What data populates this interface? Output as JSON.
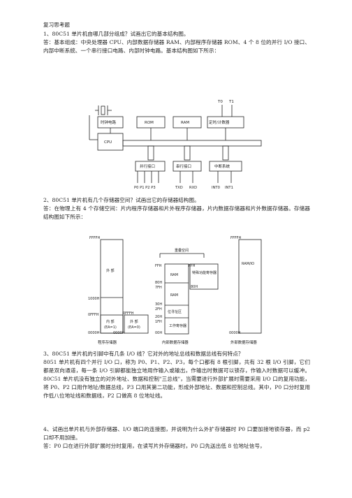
{
  "heading": "复习思考题",
  "q1": {
    "question": "1、80C51 单片机由哪几部分组成？试画出它的基本结构图。",
    "answer": "答：基本组成：中央处理器 CPU、内部数据存储器 RAM、内部程序存储器 ROM、4 个 8 位的并行 I/O 接口、内部中断系统、一个串行接口电路、内部时钟电路。基本结构图如下所示："
  },
  "fig1": {
    "t0": "T0",
    "t1": "T1",
    "clock": "时钟电路",
    "rom": "ROM",
    "ram": "RAM",
    "timer": "定时/计数器",
    "cpu": "CPU",
    "parallel": "并行接口",
    "serial": "串行接口",
    "interrupt": "中断系统",
    "ports": "P0 P1 P2 P3",
    "txd": "TXD",
    "rxd": "RXD",
    "int0": "INT0",
    "int1": "INT1"
  },
  "q2": {
    "question": "2、80C51 单片机有几个存储器空间？试画出它的存储器结构图。",
    "answer": "答：在物理上有 4 个存储空间：片内程序存储器和片外程序存储器，片内数据存储器和片外数据存储器。存储器结构图如下所示："
  },
  "fig2": {
    "ffff": "FFFFH",
    "ext": "外  部",
    "a1000": "1000H",
    "a0fff": "0FFFH",
    "a0fff2": "0FFFH",
    "internal": "内  部",
    "external": "外  部",
    "ea1": "(EA=1)",
    "ea0": "(EA=0)",
    "a0000": "0000H",
    "a0000b": "0000H",
    "overlap": "重叠空间",
    "ffh": "FFH",
    "ffh2": "FFH",
    "ram": "RAM",
    "ram2": "RAM",
    "sfr": "特殊功能寄存器",
    "a80": "80H",
    "a7f": "7FH",
    "a80b": "80H",
    "a30": "30H",
    "a2f": "2FH",
    "bit": "位寻址区",
    "a20": "20H",
    "a1f": "1FH",
    "work": "工作寄存器",
    "a00": "00H",
    "ffff2": "FFFFH",
    "ramio": "RAM/IO",
    "a0000c": "0000H",
    "cap_prog": "程序存储器",
    "cap_int": "内部数据存储器",
    "cap_ext": "外部数据存储器"
  },
  "q3": {
    "question": "3、80C51 单片机的引脚中有几条 I/O 线？它对外的地址总线和数据总线有何特点？",
    "answer": "8051 单片机有四个并行 I/O 口，称为 P0、P1、P2、P3，每个口都有 8 根引脚，共有 32 根 I/O 引脚，它们都是双向通道，每一条 I/O 引脚都能独立地用作输入或输出，作输出时数据可以锁存，作输入时数据可以缓冲。80C51 单片机没有独立的对外地址、数据和控制\"三总线\"，当需要进行外部扩展时需要采用 I/O 口的复用功能，将 P0、P2 口用作地址/数据总线，P3 口用其第二功能，形成外部地址、数据和控制总线。其中，P0 口分时复用作低八位地址线和数据线，P2 口做高 8 位地址线。"
  },
  "q4": {
    "question": "4、试画出单片机与外部存储器、I/O 端口的连接图，并说明为什么外扩存储器时 P0 口要加接地锁存器，而 p2 口却不用加接。",
    "answer": "答：P0 口在进行外部扩展时分时复用，在读写片外存储器时，P0 口先送出低 8 位地址信号，"
  }
}
